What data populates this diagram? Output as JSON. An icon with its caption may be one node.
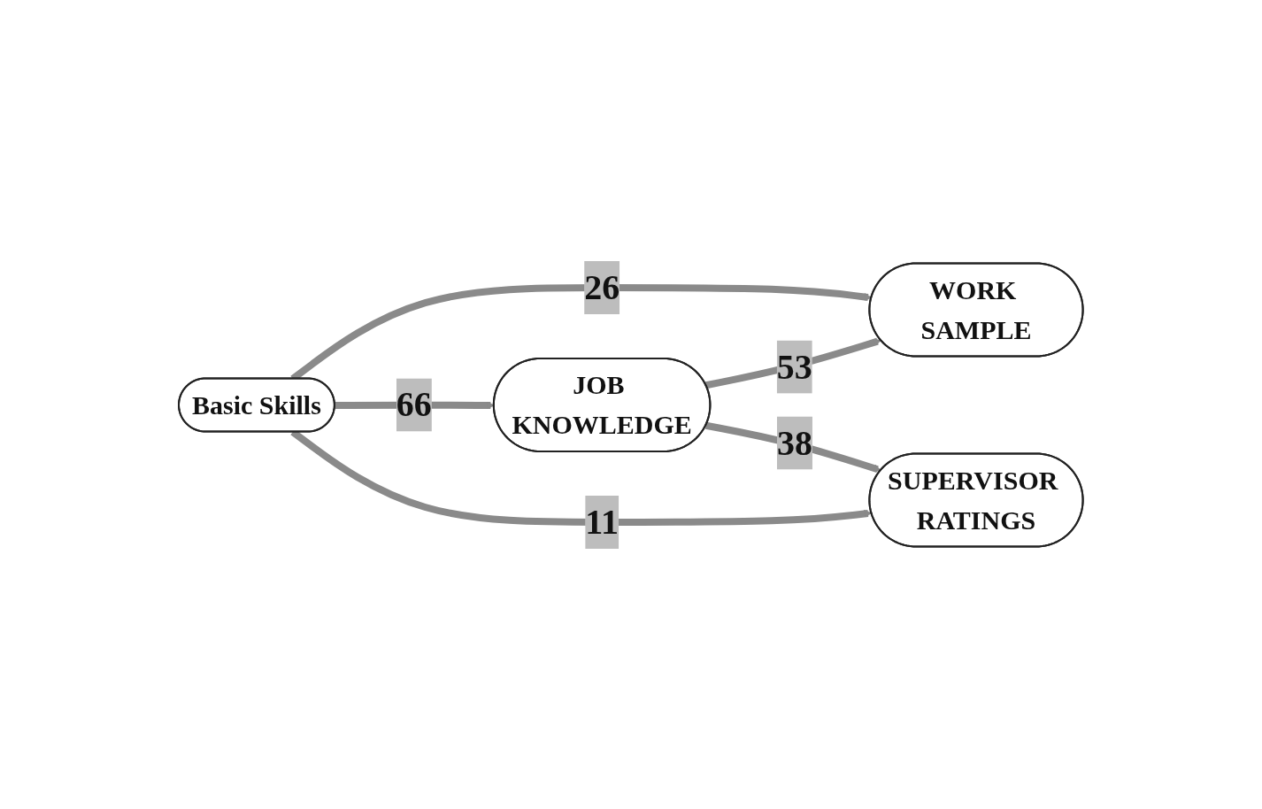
{
  "diagram": {
    "nodes": [
      {
        "text": [
          "Basic Skills"
        ]
      },
      {
        "text": [
          "WORK SAMPLE"
        ]
      },
      {
        "text": [
          "SUPERVISOR RATINGS"
        ]
      },
      {
        "text": [
          "JOB KNOWLEDGE"
        ]
      }
    ],
    "edges": [
      {
        "from": 0,
        "to": 1,
        "arrow": "to",
        "label": "26"
      },
      {
        "from": 0,
        "to": 3,
        "arrow": "to",
        "label": "66"
      },
      {
        "from": 0,
        "to": 2,
        "arrow": "to",
        "label": "11"
      },
      {
        "from": 3,
        "to": 1,
        "arrow": "to",
        "label": "53"
      },
      {
        "from": 3,
        "to": 2,
        "arrow": "to",
        "label": "38"
      }
    ]
  }
}
